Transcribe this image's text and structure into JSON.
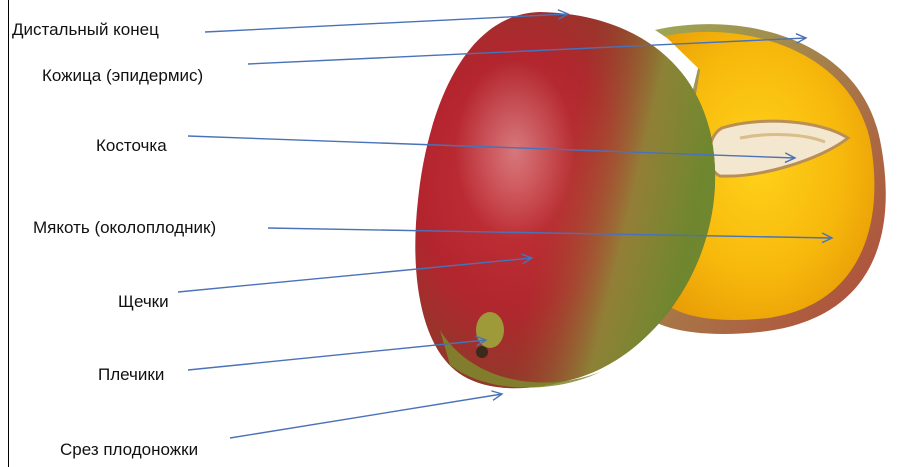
{
  "diagram": {
    "labels": [
      {
        "id": "distal-end",
        "text": "Дистальный конец"
      },
      {
        "id": "skin",
        "text": "Кожица (эпидермис)"
      },
      {
        "id": "stone",
        "text": "Косточка"
      },
      {
        "id": "flesh",
        "text": "Мякоть (околоплодник)"
      },
      {
        "id": "cheeks",
        "text": "Щечки"
      },
      {
        "id": "shoulders",
        "text": "Плечики"
      },
      {
        "id": "stem-cut",
        "text": "Срез плодоножки"
      }
    ],
    "arrow_color": "#4a72b8",
    "illustration": "mango-whole-and-halved"
  }
}
